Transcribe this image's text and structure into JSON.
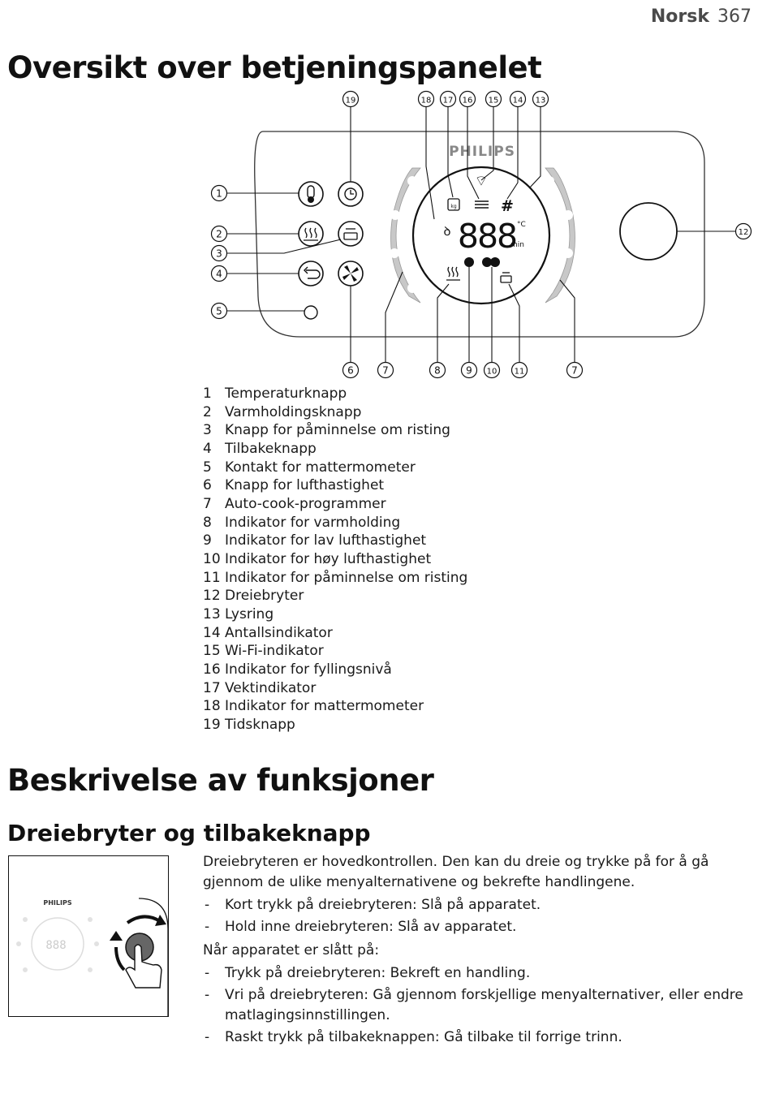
{
  "header": {
    "language": "Norsk",
    "page": "367"
  },
  "section1": {
    "title": "Oversikt over betjeningspanelet"
  },
  "panel": {
    "brand": "PHILIPS",
    "display_digits": "888",
    "unit_temp": "°C",
    "unit_time": "min",
    "count_symbol": "#",
    "weight_symbol": "kg",
    "labels": {
      "l1": "1",
      "l2": "2",
      "l3": "3",
      "l4": "4",
      "l5": "5",
      "l6": "6",
      "l7a": "7",
      "l7b": "7",
      "l8": "8",
      "l9": "9",
      "l10": "10",
      "l11": "11",
      "l12": "12",
      "l13": "13",
      "l14": "14",
      "l15": "15",
      "l16": "16",
      "l17": "17",
      "l18": "18",
      "l19": "19"
    }
  },
  "legend": [
    {
      "num": "1",
      "text": "Temperaturknapp"
    },
    {
      "num": "2",
      "text": "Varmholdingsknapp"
    },
    {
      "num": "3",
      "text": "Knapp for påminnelse om risting"
    },
    {
      "num": "4",
      "text": "Tilbakeknapp"
    },
    {
      "num": "5",
      "text": "Kontakt for mattermometer"
    },
    {
      "num": "6",
      "text": "Knapp for lufthastighet"
    },
    {
      "num": "7",
      "text": "Auto-cook-programmer"
    },
    {
      "num": "8",
      "text": "Indikator for varmholding"
    },
    {
      "num": "9",
      "text": "Indikator for lav lufthastighet"
    },
    {
      "num": "10",
      "text": "Indikator for høy lufthastighet"
    },
    {
      "num": "11",
      "text": "Indikator for påminnelse om risting"
    },
    {
      "num": "12",
      "text": "Dreiebryter"
    },
    {
      "num": "13",
      "text": "Lysring"
    },
    {
      "num": "14",
      "text": "Antallsindikator"
    },
    {
      "num": "15",
      "text": "Wi-Fi-indikator"
    },
    {
      "num": "16",
      "text": "Indikator for fyllingsnivå"
    },
    {
      "num": "17",
      "text": "Vektindikator"
    },
    {
      "num": "18",
      "text": "Indikator for mattermometer"
    },
    {
      "num": "19",
      "text": "Tidsknapp"
    }
  ],
  "section2": {
    "title": "Beskrivelse av funksjoner"
  },
  "subsection": {
    "title": "Dreiebryter og tilbakeknapp",
    "thumb_brand": "PHILIPS",
    "thumb_digits": "888",
    "intro": "Dreiebryteren er hovedkontrollen. Den kan du dreie og trykke på for å gå gjennom de ulike menyalternativene og bekrefte handlingene.",
    "bullets1": [
      "Kort trykk på dreiebryteren: Slå på apparatet.",
      "Hold inne dreiebryteren: Slå av apparatet."
    ],
    "when_on": "Når apparatet er slått på:",
    "bullets2": [
      "Trykk på dreiebryteren: Bekreft en handling.",
      "Vri på dreiebryteren: Gå gjennom forskjellige menyalternativer, eller endre matlagingsinnstillingen.",
      "Raskt trykk på tilbakeknappen: Gå tilbake til forrige trinn."
    ]
  }
}
